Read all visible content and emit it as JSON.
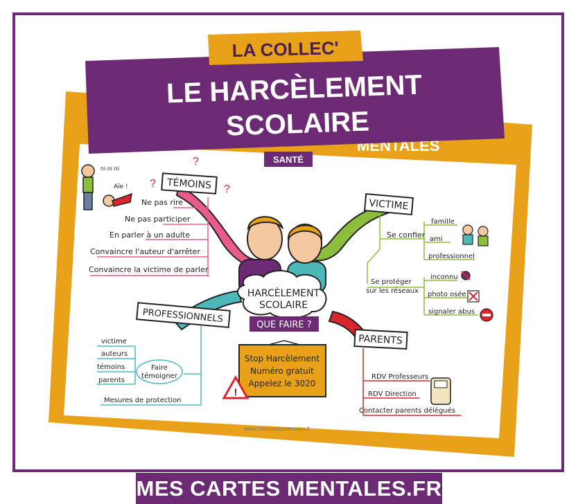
{
  "banner": {
    "series": "LA COLLEC'",
    "title_line1": "LE HARCÈLEMENT",
    "title_line2": "SCOLAIRE",
    "poster_header_fragment": "MENTALES",
    "category": "SANTÉ"
  },
  "colors": {
    "purple": "#6b2a73",
    "orange": "#e8a118",
    "pink": "#e95a8f",
    "green": "#8cbd3c",
    "teal": "#4db8b8",
    "red": "#d9262c"
  },
  "center": {
    "line1": "HARCÈLEMENT",
    "line2": "SCOLAIRE",
    "question": "QUE FAIRE ?"
  },
  "temoins": {
    "title": "TÉMOINS",
    "items": [
      "Ne pas rire",
      "Ne pas participer",
      "En parler à un adulte",
      "Convaincre l'auteur d'arrêter",
      "Convaincre la victime de parler"
    ],
    "sounds": [
      "ni ni ni",
      "Aïe !"
    ]
  },
  "victime": {
    "title": "VICTIME",
    "confide": "Se confier",
    "confide_items": [
      "famille",
      "ami",
      "professionnel"
    ],
    "protect_line1": "Se protéger",
    "protect_line2": "sur les réseaux",
    "protect_items": [
      "inconnu",
      "photo osée",
      "signaler abus"
    ]
  },
  "professionnels": {
    "title": "PROFESSIONNELS",
    "items": [
      "victime",
      "auteurs",
      "témoins",
      "parents"
    ],
    "bubble_line1": "Faire",
    "bubble_line2": "témoigner",
    "extra": "Mesures de protection"
  },
  "parents": {
    "title": "PARENTS",
    "items": [
      "RDV Professeurs",
      "RDV Direction",
      "Contacter parents délégués"
    ]
  },
  "sign": {
    "line1": "Stop Harcèlement",
    "line2": "Numéro gratuit",
    "line3": "Appelez le 3020"
  },
  "website": "www.mescartesmentales.fr",
  "footer": "MES CARTES MENTALES.FR"
}
